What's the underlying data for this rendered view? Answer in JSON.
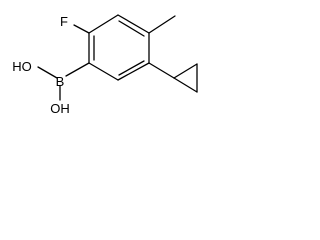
{
  "molecule": {
    "atoms": {
      "fluorine": "F",
      "boron": "B",
      "hydroxyl_top": "HO",
      "hydroxyl_bottom": "OH"
    }
  }
}
